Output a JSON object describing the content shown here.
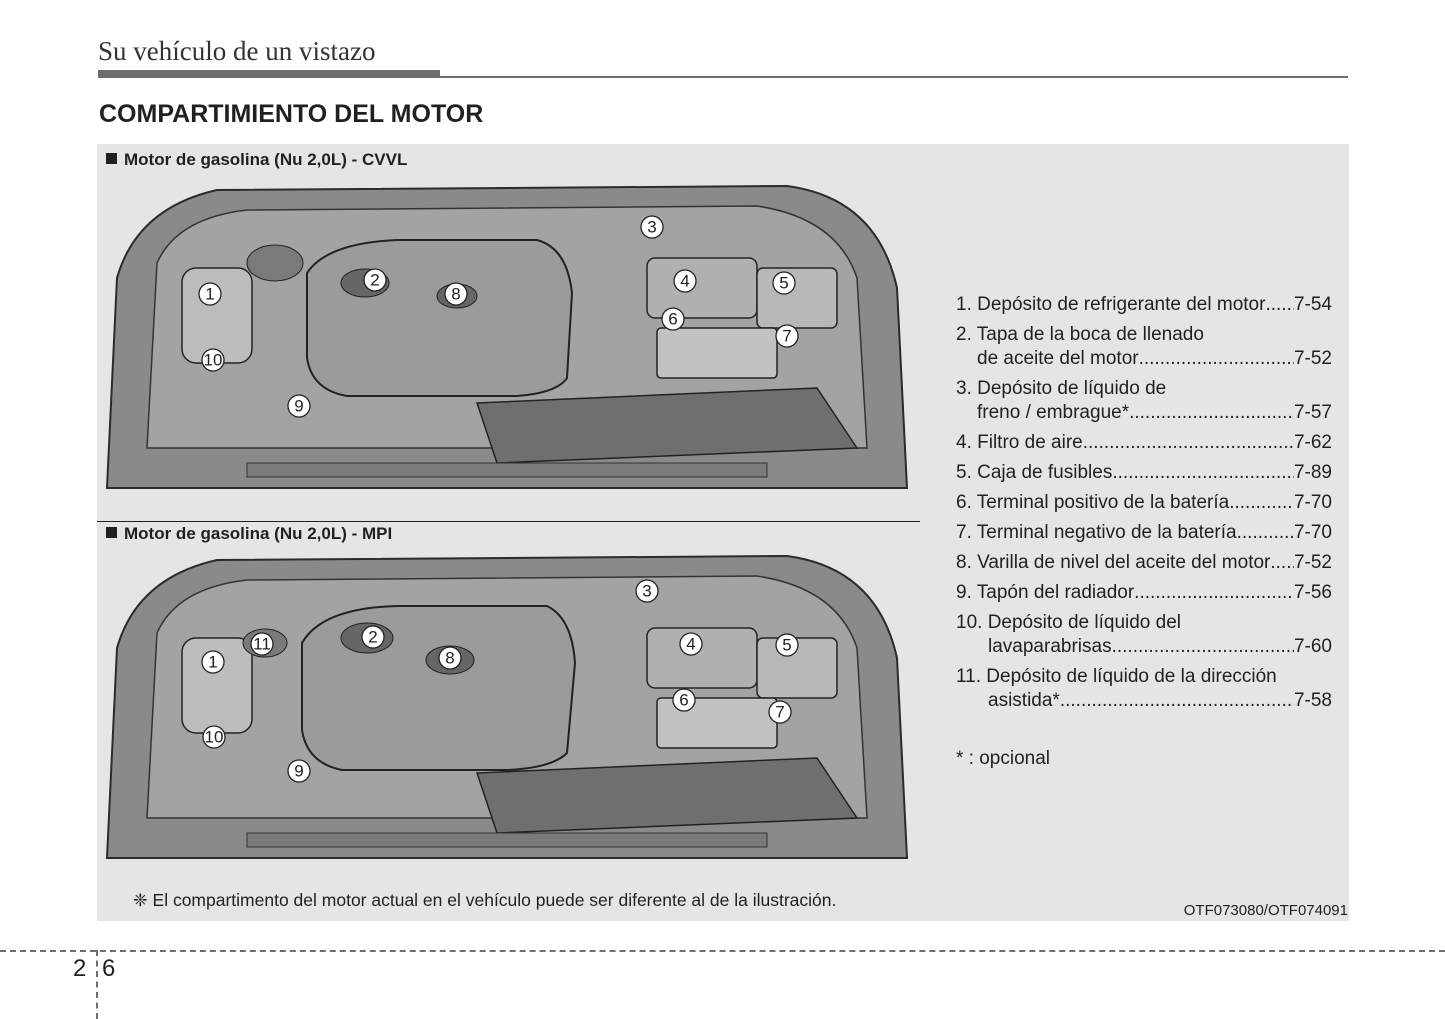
{
  "header": {
    "running_title": "Su vehículo de un vistazo"
  },
  "section": {
    "title": "COMPARTIMIENTO DEL MOTOR"
  },
  "figures": [
    {
      "label": "Motor de gasolina (Nu 2,0L) - CVVL",
      "callouts": [
        "1",
        "2",
        "3",
        "4",
        "5",
        "6",
        "7",
        "8",
        "9",
        "10"
      ]
    },
    {
      "label": "Motor de gasolina (Nu 2,0L) - MPI",
      "callouts": [
        "1",
        "2",
        "3",
        "4",
        "5",
        "6",
        "7",
        "8",
        "9",
        "10",
        "11"
      ]
    }
  ],
  "legend": {
    "items": [
      {
        "line1": "1. Depósito de refrigerante del motor",
        "page": "7-54"
      },
      {
        "line1": "2. Tapa de la boca de llenado",
        "line2": "de aceite del motor",
        "page": "7-52"
      },
      {
        "line1": "3. Depósito de líquido de",
        "line2": "freno / embrague*",
        "page": "7-57"
      },
      {
        "line1": "4. Filtro de aire",
        "page": "7-62"
      },
      {
        "line1": "5. Caja de fusibles",
        "page": "7-89"
      },
      {
        "line1": "6. Terminal positivo de la batería",
        "page": "7-70"
      },
      {
        "line1": "7. Terminal negativo de la batería",
        "page": "7-70"
      },
      {
        "line1": "8. Varilla de nivel del aceite del motor",
        "page": "7-52"
      },
      {
        "line1": "9. Tapón del radiador",
        "page": "7-56"
      },
      {
        "line1": "10. Depósito de líquido del",
        "line2": "lavaparabrisas",
        "page": "7-60"
      },
      {
        "line1": "11. Depósito de líquido de la dirección",
        "line2": "asistida*",
        "page": "7-58"
      }
    ],
    "optional_note": "* : opcional"
  },
  "footnote": "❈ El compartimento del motor actual en el vehículo puede ser diferente al de la ilustración.",
  "figure_code": "OTF073080/OTF074091",
  "page_number": {
    "section": "2",
    "page": "6"
  },
  "colors": {
    "panel_bg": "#e5e5e5",
    "rule": "#6d6e71",
    "text": "#231f20"
  }
}
